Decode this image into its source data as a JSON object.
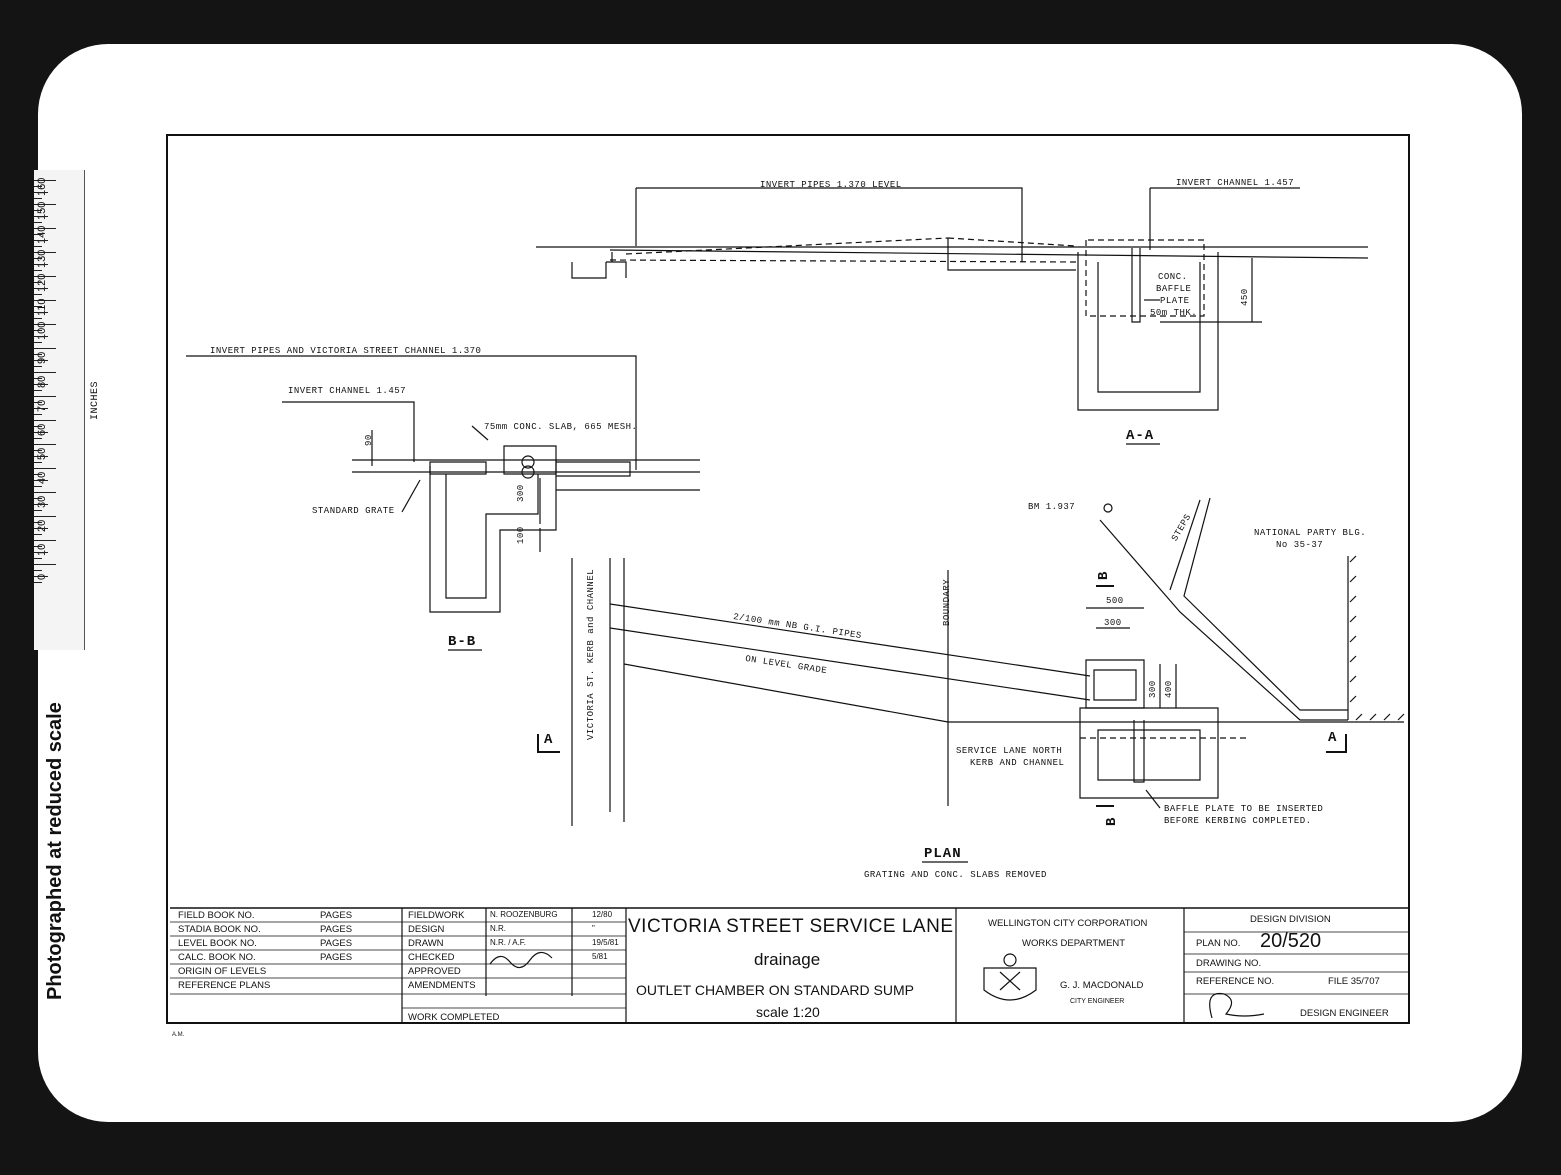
{
  "side": {
    "note": "Photographed at reduced scale",
    "ruler_unit": "INCHES",
    "ruler_numbers": [
      "160",
      "150",
      "140",
      "130",
      "120",
      "110",
      "100",
      "90",
      "80",
      "70",
      "60",
      "50",
      "40",
      "30",
      "20",
      "10",
      "0"
    ]
  },
  "section_aa": {
    "invert_pipes": "INVERT PIPES 1.370 LEVEL",
    "invert_channel": "INVERT CHANNEL 1.457",
    "baffle_1": "CONC.",
    "baffle_2": "BAFFLE",
    "baffle_3": "PLATE",
    "baffle_4": "50m THK.",
    "dim": "450",
    "title": "A-A"
  },
  "section_bb": {
    "invert_victoria": "INVERT PIPES AND VICTORIA STREET CHANNEL 1.370",
    "invert_channel": "INVERT CHANNEL 1.457",
    "slab": "75mm CONC. SLAB, 665 MESH.",
    "grate": "STANDARD GRATE",
    "dim_90": "90",
    "dim_300": "300",
    "dim_100": "100",
    "title": "B-B"
  },
  "plan": {
    "bm": "BM 1.937",
    "steps": "STEPS",
    "national_1": "NATIONAL PARTY BLG.",
    "national_2": "No 35-37",
    "victoria_kerb": "VICTORIA ST. KERB and CHANNEL",
    "boundary": "BOUNDARY",
    "pipes": "2/100 mm NB G.I. PIPES",
    "grade": "ON LEVEL GRADE",
    "dim_500": "500",
    "dim_300": "300",
    "dim_300v": "300",
    "dim_400v": "400",
    "service_1": "SERVICE LANE NORTH",
    "service_2": "KERB AND CHANNEL",
    "baffle_1": "BAFFLE PLATE TO BE INSERTED",
    "baffle_2": "BEFORE KERBING COMPLETED.",
    "section_a": "A",
    "section_b": "B",
    "title": "PLAN",
    "subtitle": "GRATING AND CONC. SLABS REMOVED"
  },
  "title_block": {
    "rows": [
      {
        "label": "FIELD BOOK NO.",
        "pages": "PAGES",
        "role": "FIELDWORK",
        "name": "N. ROOZENBURG",
        "date": "12/80"
      },
      {
        "label": "STADIA BOOK NO.",
        "pages": "PAGES",
        "role": "DESIGN",
        "name": "N.R.",
        "date": "\""
      },
      {
        "label": "LEVEL BOOK NO.",
        "pages": "PAGES",
        "role": "DRAWN",
        "name": "N.R. / A.F.",
        "date": "19/5/81"
      },
      {
        "label": "CALC. BOOK NO.",
        "pages": "PAGES",
        "role": "CHECKED",
        "name": "",
        "date": "5/81"
      },
      {
        "label": "ORIGIN OF LEVELS",
        "pages": "",
        "role": "APPROVED",
        "name": "",
        "date": ""
      },
      {
        "label": "REFERENCE PLANS",
        "pages": "",
        "role": "AMENDMENTS",
        "name": "",
        "date": ""
      }
    ],
    "work_completed": "WORK COMPLETED",
    "project": "VICTORIA STREET SERVICE LANE",
    "project_sub": "drainage",
    "drawing_title": "OUTLET CHAMBER ON STANDARD SUMP",
    "scale": "scale 1:20",
    "org_1": "WELLINGTON CITY CORPORATION",
    "org_2": "WORKS DEPARTMENT",
    "engineer": "G. J. MACDONALD",
    "engineer_role": "CITY ENGINEER",
    "division": "DESIGN DIVISION",
    "plan_no_label": "PLAN NO.",
    "plan_no": "20/520",
    "drawing_no_label": "DRAWING NO.",
    "reference_label": "REFERENCE NO.",
    "file": "FILE 35/707",
    "design_engineer": "DESIGN ENGINEER",
    "initials": "A.M."
  }
}
